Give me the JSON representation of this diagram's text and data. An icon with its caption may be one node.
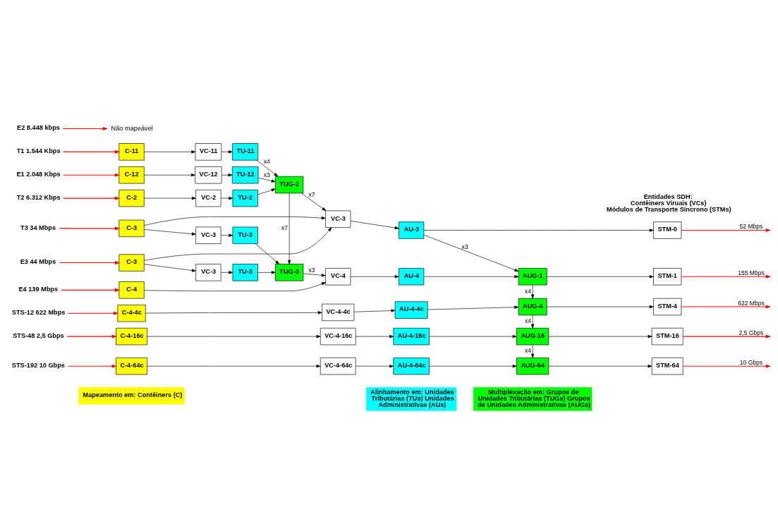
{
  "diagram": {
    "nodes": [
      {
        "text": [
          "T1 1.544 Kbps"
        ]
      },
      {
        "text": [
          "C-11"
        ]
      },
      {
        "text": [
          "VC-11"
        ]
      },
      {
        "text": [
          "TU-11"
        ]
      },
      {
        "text": [
          "E1 2.048 Kbps"
        ]
      },
      {
        "text": [
          "C-12"
        ]
      },
      {
        "text": [
          "VC-12"
        ]
      },
      {
        "text": [
          "TU-12"
        ]
      },
      {
        "text": [
          "TUG-2"
        ]
      },
      {
        "text": [
          "VC-3"
        ]
      },
      {
        "text": [
          "AU-3"
        ]
      },
      {
        "text": [
          "STM-0"
        ]
      },
      {
        "text": [
          "T2 6.312 Kbps"
        ]
      },
      {
        "text": [
          "C-2"
        ]
      },
      {
        "text": [
          "VC-2"
        ]
      },
      {
        "text": [
          "TU-2"
        ]
      },
      {
        "text": [
          "E2 8.448 kbps"
        ]
      },
      {
        "text": [
          "Não mapeável"
        ]
      },
      {
        "text": [
          "T3 34 Mbps"
        ]
      },
      {
        "text": [
          "C-3"
        ]
      },
      {
        "text": [
          "VC-3"
        ]
      },
      {
        "text": [
          "TU-3"
        ]
      },
      {
        "text": [
          "TUG-3"
        ]
      },
      {
        "text": [
          "E3 44 Mbps"
        ]
      },
      {
        "text": [
          "C-3"
        ]
      },
      {
        "text": [
          "VC-3"
        ]
      },
      {
        "text": [
          "TU-3"
        ]
      },
      {
        "text": [
          "E4 139 Mbps"
        ]
      },
      {
        "text": [
          "C-4"
        ]
      },
      {
        "text": [
          "VC-4"
        ]
      },
      {
        "text": [
          "AU-4"
        ]
      },
      {
        "text": [
          "AUG-1"
        ]
      },
      {
        "text": [
          "STM-1"
        ]
      },
      {
        "text": [
          "STS-12 622 Mbps"
        ]
      },
      {
        "text": [
          "C-4-4c"
        ]
      },
      {
        "text": [
          "VC-4-4c"
        ]
      },
      {
        "text": [
          "AU-4-4c"
        ]
      },
      {
        "text": [
          "AUG-4"
        ]
      },
      {
        "text": [
          "STM-4"
        ]
      },
      {
        "text": [
          "STS-48 2,5 Gbps"
        ]
      },
      {
        "text": [
          "C-4-16c"
        ]
      },
      {
        "text": [
          "VC-4-16c"
        ]
      },
      {
        "text": [
          "AU-4-16c"
        ]
      },
      {
        "text": [
          "AUG-16"
        ]
      },
      {
        "text": [
          "STM-16"
        ]
      },
      {
        "text": [
          "STS-192 10 Gbps"
        ]
      },
      {
        "text": [
          "C-4-64c"
        ]
      },
      {
        "text": [
          "VC-4-64c"
        ]
      },
      {
        "text": [
          "AU-4-64c"
        ]
      },
      {
        "text": [
          "AUG-64"
        ]
      },
      {
        "text": [
          "STM-64"
        ]
      }
    ],
    "edges": [
      {
        "from": 0,
        "to": 1,
        "arrow": "to",
        "color": "#ff0000"
      },
      {
        "from": 1,
        "to": 2,
        "arrow": "to"
      },
      {
        "from": 2,
        "to": 3,
        "arrow": "to"
      },
      {
        "from": 3,
        "to": 8,
        "arrow": "to",
        "label": "x4"
      },
      {
        "from": 4,
        "to": 5,
        "arrow": "to",
        "color": "#ff0000"
      },
      {
        "from": 5,
        "to": 6,
        "arrow": "to"
      },
      {
        "from": 6,
        "to": 7,
        "arrow": "to"
      },
      {
        "from": 7,
        "to": 8,
        "arrow": "to",
        "label": "x3"
      },
      {
        "from": 12,
        "to": 13,
        "arrow": "to",
        "color": "#ff0000"
      },
      {
        "from": 13,
        "to": 14,
        "arrow": "to"
      },
      {
        "from": 14,
        "to": 15,
        "arrow": "to"
      },
      {
        "from": 15,
        "to": 8,
        "arrow": "to"
      },
      {
        "from": 8,
        "to": 9,
        "arrow": "to",
        "label": "x7"
      },
      {
        "from": 8,
        "to": 22,
        "arrow": "to",
        "label": "x7"
      },
      {
        "from": 19,
        "to": 9,
        "arrow": "to"
      },
      {
        "from": 24,
        "to": 9,
        "arrow": "to"
      },
      {
        "from": 9,
        "to": 10,
        "arrow": "to"
      },
      {
        "from": 10,
        "to": 11,
        "arrow": "to"
      },
      {
        "from": 11,
        "to": null,
        "arrow": "to",
        "label": "52 Mbps",
        "color": "#ff0000"
      },
      {
        "from": 10,
        "to": 31,
        "arrow": "to",
        "label": "x3"
      },
      {
        "from": 16,
        "to": 17,
        "arrow": "to",
        "color": "#ff0000"
      },
      {
        "from": 18,
        "to": 19,
        "arrow": "to",
        "color": "#ff0000"
      },
      {
        "from": 19,
        "to": 20,
        "arrow": "to"
      },
      {
        "from": 20,
        "to": 21,
        "arrow": "to"
      },
      {
        "from": 21,
        "to": 22,
        "arrow": "to"
      },
      {
        "from": 23,
        "to": 24,
        "arrow": "to",
        "color": "#ff0000"
      },
      {
        "from": 24,
        "to": 25,
        "arrow": "to"
      },
      {
        "from": 25,
        "to": 26,
        "arrow": "to"
      },
      {
        "from": 26,
        "to": 22,
        "arrow": "to"
      },
      {
        "from": 22,
        "to": 29,
        "arrow": "to",
        "label": "x3"
      },
      {
        "from": 27,
        "to": 28,
        "arrow": "to",
        "color": "#ff0000"
      },
      {
        "from": 28,
        "to": 29,
        "arrow": "to"
      },
      {
        "from": 29,
        "to": 30,
        "arrow": "to"
      },
      {
        "from": 30,
        "to": 31,
        "arrow": "to"
      },
      {
        "from": 31,
        "to": 32,
        "arrow": "to"
      },
      {
        "from": 32,
        "to": null,
        "arrow": "to",
        "label": "155 Mbps",
        "color": "#ff0000"
      },
      {
        "from": 31,
        "to": 37,
        "arrow": "to",
        "label": "x4"
      },
      {
        "from": 33,
        "to": 34,
        "arrow": "to",
        "color": "#ff0000"
      },
      {
        "from": 34,
        "to": 35,
        "arrow": "to"
      },
      {
        "from": 35,
        "to": 36,
        "arrow": "to"
      },
      {
        "from": 36,
        "to": 37,
        "arrow": "to"
      },
      {
        "from": 37,
        "to": 38,
        "arrow": "to"
      },
      {
        "from": 38,
        "to": null,
        "arrow": "to",
        "label": "622 Mbps",
        "color": "#ff0000"
      },
      {
        "from": 37,
        "to": 43,
        "arrow": "to",
        "label": "x4"
      },
      {
        "from": 39,
        "to": 40,
        "arrow": "to",
        "color": "#ff0000"
      },
      {
        "from": 40,
        "to": 41,
        "arrow": "to"
      },
      {
        "from": 41,
        "to": 42,
        "arrow": "to"
      },
      {
        "from": 42,
        "to": 43,
        "arrow": "to"
      },
      {
        "from": 43,
        "to": 44,
        "arrow": "to"
      },
      {
        "from": 44,
        "to": null,
        "arrow": "to",
        "label": "2,5 Gbps",
        "color": "#ff0000"
      },
      {
        "from": 43,
        "to": 49,
        "arrow": "to",
        "label": "x4"
      },
      {
        "from": 45,
        "to": 46,
        "arrow": "to",
        "color": "#ff0000"
      },
      {
        "from": 46,
        "to": 47,
        "arrow": "to"
      },
      {
        "from": 47,
        "to": 48,
        "arrow": "to"
      },
      {
        "from": 48,
        "to": 49,
        "arrow": "to"
      },
      {
        "from": 49,
        "to": 50,
        "arrow": "to"
      },
      {
        "from": 50,
        "to": null,
        "arrow": "to",
        "label": "10 Gbps",
        "color": "#ff0000"
      }
    ],
    "labels": [
      "Entidades SDH:",
      "Contêiners Viruais (VCs)",
      "Módulos de Transporte Síncrono (STMs)"
    ],
    "legend": [
      {
        "text": "Mapeamento em: Contêiners (C)",
        "color": "#ffff00"
      },
      {
        "text": "Alinhamento em: Unidades Tributárias (TUs) Unidades Administrativas (AUs)",
        "color": "#00ffff"
      },
      {
        "text": "Multiplexação em: Grupos de Unidades Tributárias (TUGs) Grupos de Unidades Administrativas (AUGs)",
        "color": "#00ff00"
      }
    ]
  }
}
